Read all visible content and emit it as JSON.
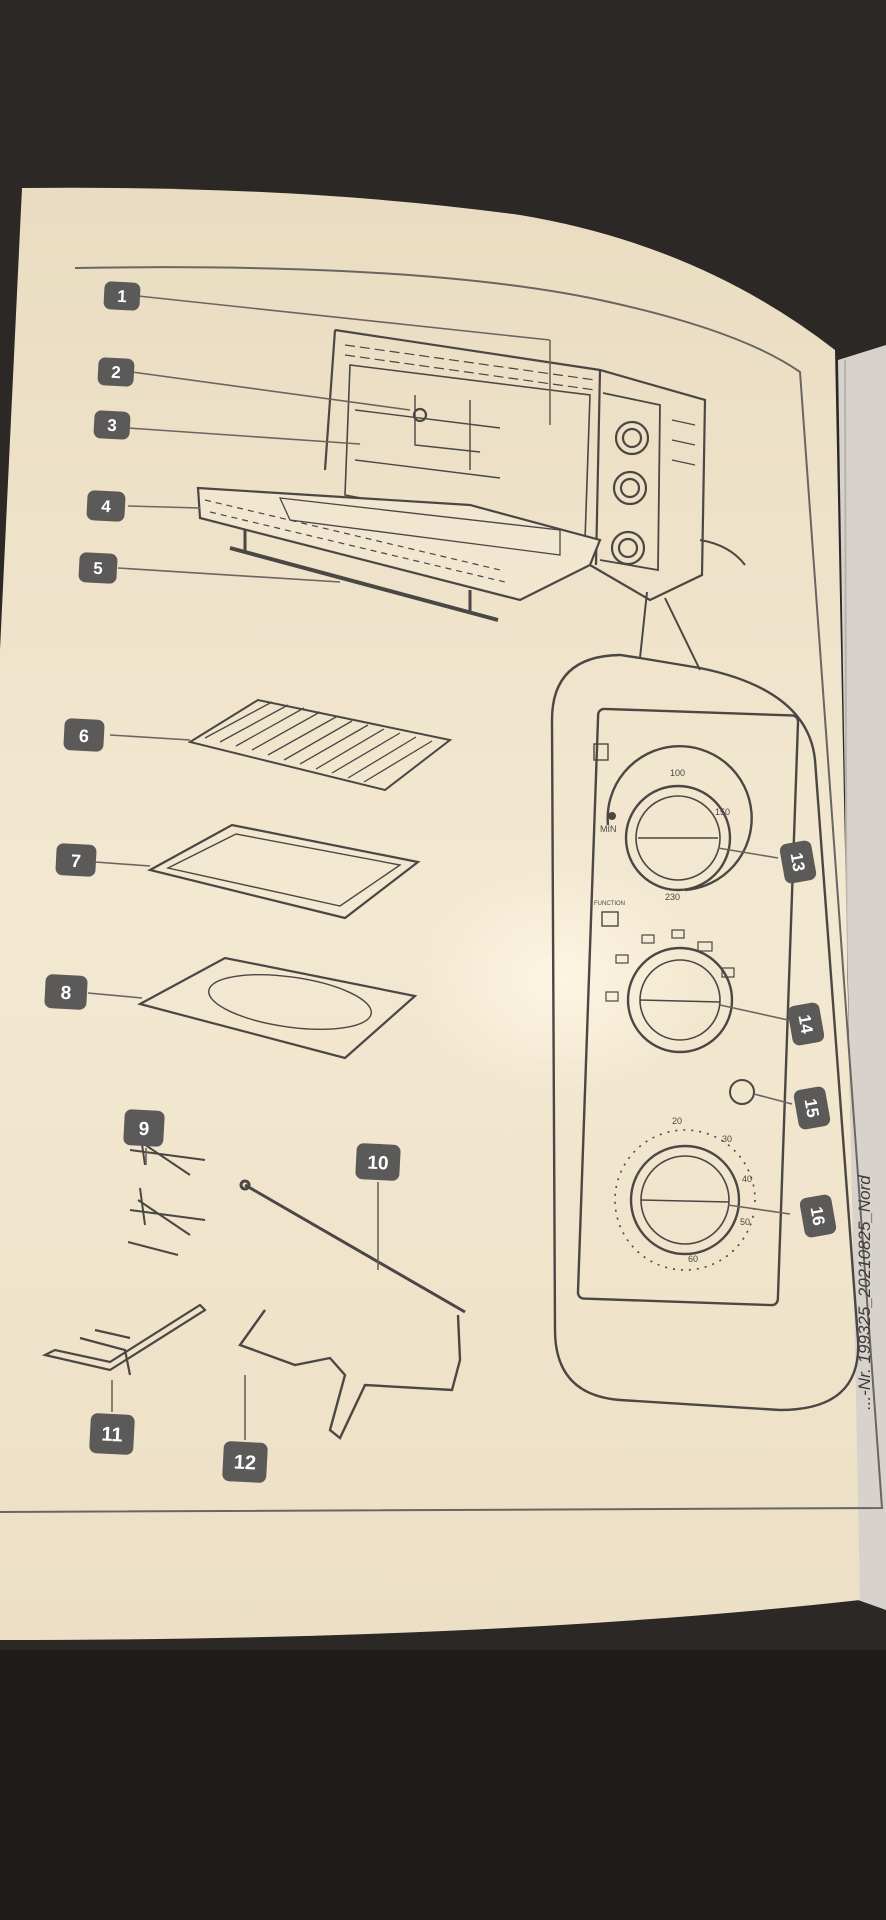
{
  "photo": {
    "subject": "printed manual page",
    "colors": {
      "table": "#2b2826",
      "paper": "#f1e6cf",
      "line": "#4a4744",
      "badge": "#5c5a58",
      "badge_text": "#ffffff"
    }
  },
  "callouts": [
    "1",
    "2",
    "3",
    "4",
    "5",
    "6",
    "7",
    "8",
    "9",
    "10",
    "11",
    "12",
    "13",
    "14",
    "15",
    "16"
  ],
  "dial_labels": {
    "temp_top": "100",
    "temp_right": "150",
    "temp_bottom": "230",
    "temp_min": "MIN",
    "function_label": "FUNCTION",
    "timer_20": "20",
    "timer_30": "30",
    "timer_40": "40",
    "timer_50": "50",
    "timer_60": "60"
  },
  "doc_code": "...-Nr. 199325_20210825_Nord"
}
